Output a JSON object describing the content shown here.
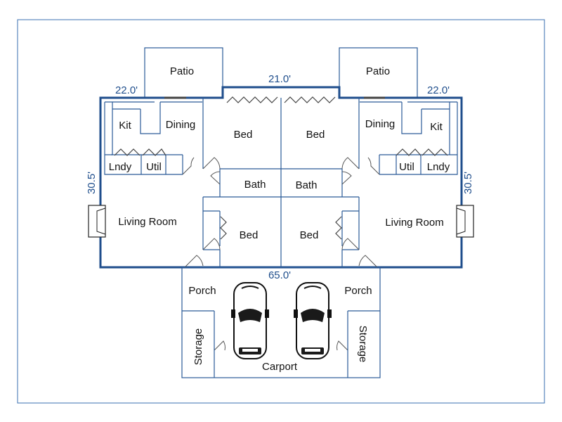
{
  "rooms": {
    "patio_left": "Patio",
    "patio_right": "Patio",
    "kit_left": "Kit",
    "kit_right": "Kit",
    "dining_left": "Dining",
    "dining_right": "Dining",
    "bed_top_left": "Bed",
    "bed_top_right": "Bed",
    "lndy_left": "Lndy",
    "lndy_right": "Lndy",
    "util_left": "Util",
    "util_right": "Util",
    "bath_left": "Bath",
    "bath_right": "Bath",
    "living_left": "Living Room",
    "living_right": "Living Room",
    "bed_bottom_left": "Bed",
    "bed_bottom_right": "Bed",
    "porch_left": "Porch",
    "porch_right": "Porch",
    "storage_left": "Storage",
    "storage_right": "Storage",
    "carport": "Carport"
  },
  "dimensions": {
    "top_left": "22.0'",
    "top_center": "21.0'",
    "top_right": "22.0'",
    "side_left": "30.5'",
    "side_right": "30.5'",
    "bottom": "65.0'"
  }
}
